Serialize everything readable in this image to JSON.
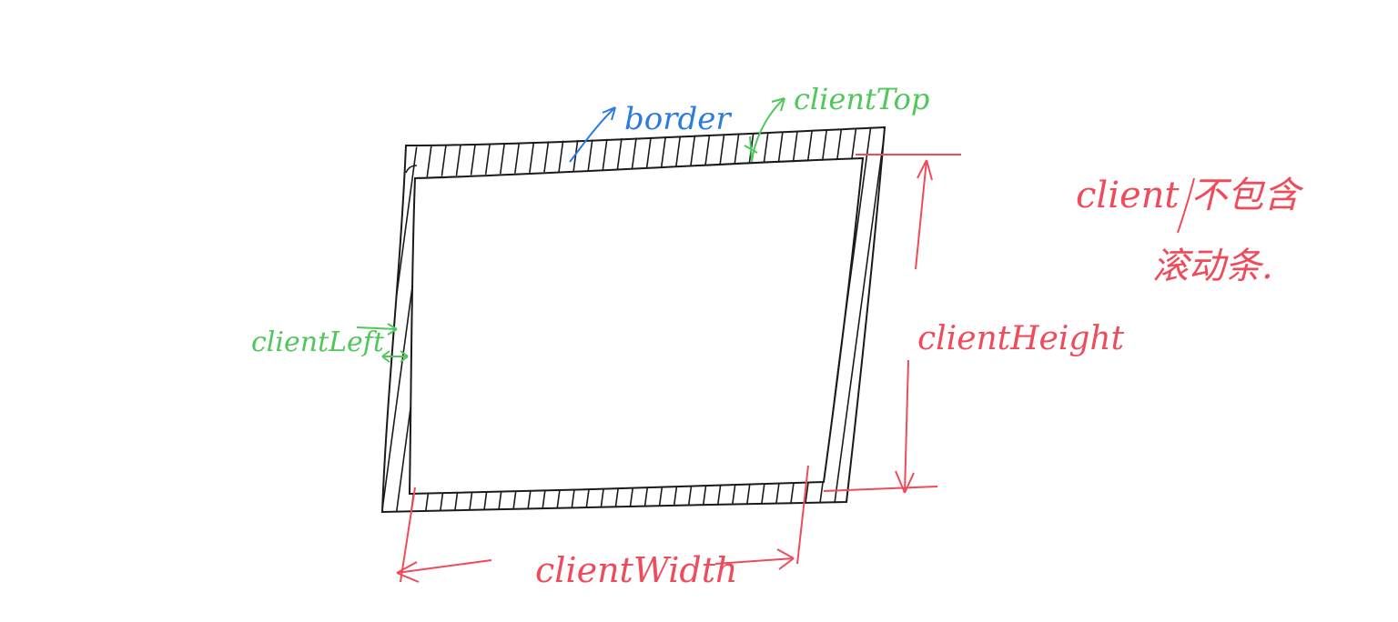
{
  "colors": {
    "ink": "#1a1a1a",
    "green": "#4fc75a",
    "blue": "#2b7be0",
    "red": "#ef4b5b",
    "background": "#ffffff"
  },
  "labels": {
    "border": "border",
    "client_top": "clientTop",
    "client_left": "clientLeft",
    "client_height": "clientHeight",
    "client_width": "clientWidth",
    "note_line1": "client 不包含",
    "note_line2": "滚动条."
  }
}
